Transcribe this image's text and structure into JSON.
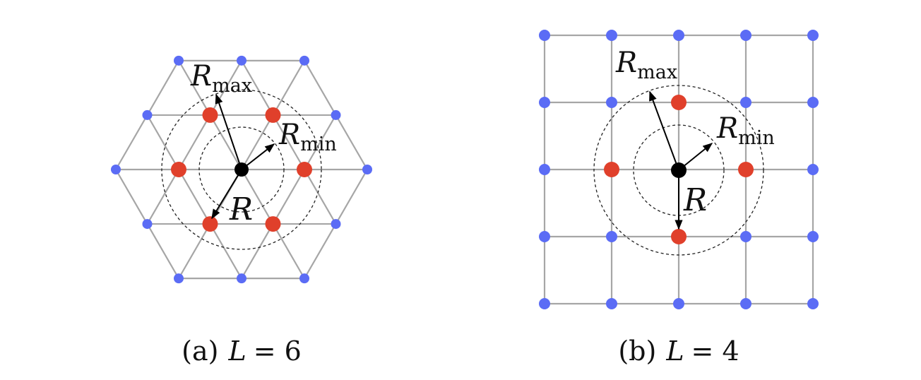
{
  "colors": {
    "lattice_site": "#5b6cf5",
    "neighbor_site": "#e0402b",
    "center_site": "#000000",
    "edge": "#a6a6a6"
  },
  "panels": [
    {
      "id": "a",
      "lattice": "triangular",
      "caption_prefix": "(a)",
      "caption_var": "L",
      "caption_rest": "= 6",
      "labels": {
        "r_max": {
          "base": "R",
          "sub": "max"
        },
        "r_min": {
          "base": "R",
          "sub": "min"
        },
        "r": {
          "base": "R"
        }
      }
    },
    {
      "id": "b",
      "lattice": "square",
      "caption_prefix": "(b)",
      "caption_var": "L",
      "caption_rest": "= 4",
      "labels": {
        "r_max": {
          "base": "R",
          "sub": "max"
        },
        "r_min": {
          "base": "R",
          "sub": "min"
        },
        "r": {
          "base": "R"
        }
      }
    }
  ]
}
